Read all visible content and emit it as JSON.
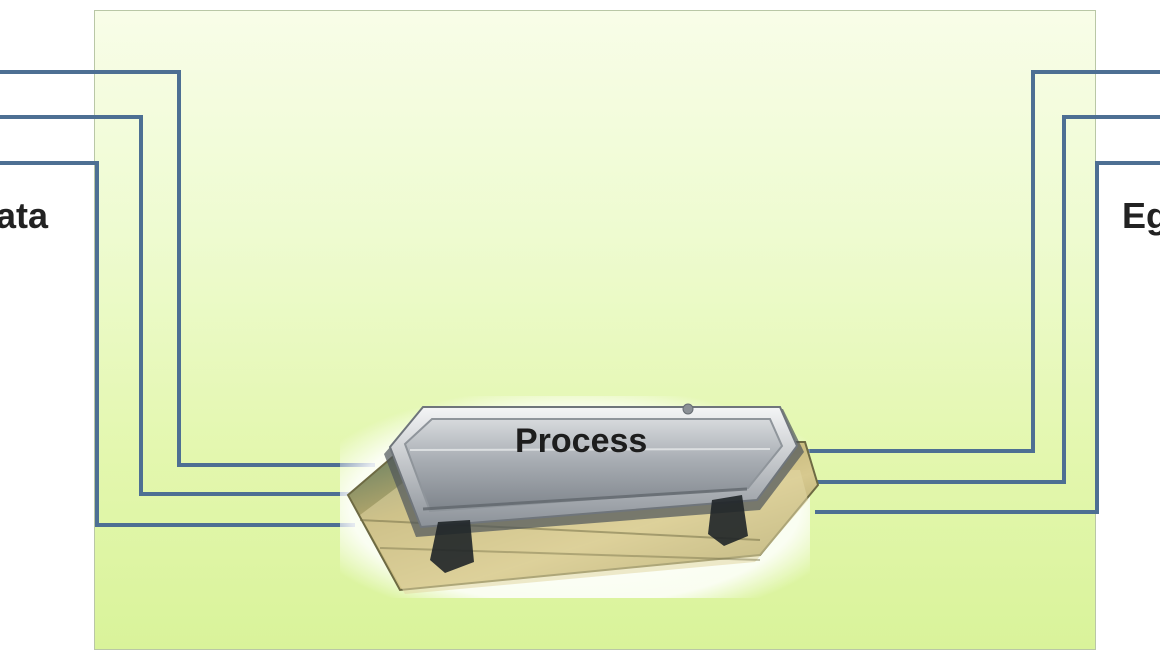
{
  "diagram": {
    "input_label": "ata",
    "output_label": "Eg",
    "process_label": "Process"
  },
  "colors": {
    "wire": "#4d6f93",
    "panel_top": "#f8fde8",
    "panel_bottom": "#d9f39a",
    "chip_metal": "#9ea4ab",
    "chip_board": "#c9b77a"
  }
}
